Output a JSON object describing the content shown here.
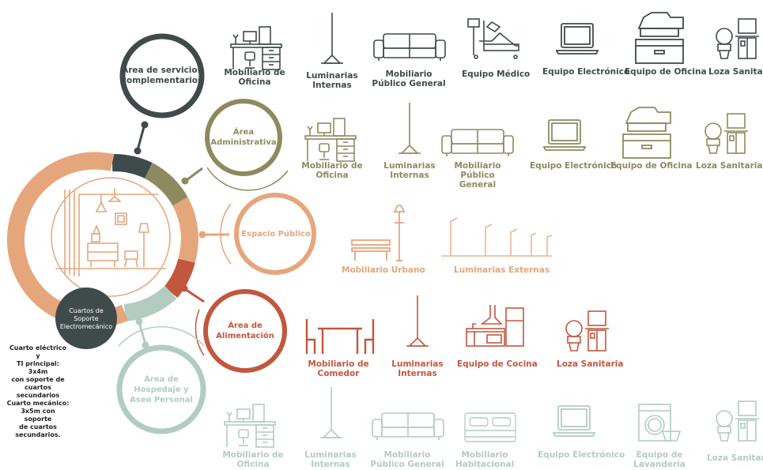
{
  "colors": {
    "dark": "#3f4b4a",
    "olive": "#8d8a5f",
    "peach": "#e6a67c",
    "red": "#c2573f",
    "mint": "#b3ccc2"
  },
  "hub": {
    "electromech_label": "Cuartos de Soporte Electromecánico",
    "note": [
      "Cuarto eléctrico y",
      "TI principal: 3x4m",
      "con soporte de",
      "cuartos",
      "secundarios",
      "Cuarto mecánico:",
      "3x5m con soporte",
      "de cuartos",
      "secundarios."
    ]
  },
  "areas": [
    {
      "name": "Área de servicios complementarios",
      "color": "dark",
      "items": [
        "Mobiliario de Oficina",
        "Luminarias Internas",
        "Mobiliario Público General",
        "Equipo Médico",
        "Equipo Electrónico",
        "Equipo de Oficina",
        "Loza Sanitaria"
      ]
    },
    {
      "name": "Área Administrativa",
      "color": "olive",
      "items": [
        "Mobiliario de Oficina",
        "Luminarias Internas",
        "Mobiliario Público General",
        "Equipo Electrónico",
        "Equipo de Oficina",
        "Loza Sanitaria"
      ]
    },
    {
      "name": "Espacio Público",
      "color": "peach",
      "items": [
        "Mobiliario Urbano",
        "Luminarias Externas"
      ]
    },
    {
      "name": "Área de Alimentación",
      "color": "red",
      "items": [
        "Mobiliario de Comedor",
        "Luminarias Internas",
        "Equipo de Cocina",
        "Loza Sanitaria"
      ]
    },
    {
      "name": "Área de Hospedaje y Aseo Personal",
      "color": "mint",
      "items": [
        "Mobiliario de Oficina",
        "Luminarias Internas",
        "Mobiliario Público General",
        "Mobiliario Habitacional",
        "Equipo Electrónico",
        "Equipo de Lavandería",
        "Loza Sanitaria"
      ]
    }
  ],
  "icons": {
    "row1": [
      "desk-icon",
      "pendant-lamp-icon",
      "sofa-icon",
      "hospital-bed-icon",
      "laptop-icon",
      "file-drawer-icon",
      "toilet-sink-icon"
    ],
    "row2": [
      "desk-icon",
      "pendant-lamp-icon",
      "sofa-icon",
      "laptop-icon",
      "file-drawer-icon",
      "toilet-sink-icon"
    ],
    "row3": [
      "bench-streetlamp-icon",
      "street-lights-icon"
    ],
    "row4": [
      "dining-table-icon",
      "pendant-lamp-icon",
      "kitchen-icon",
      "toilet-sink-icon"
    ],
    "row5": [
      "desk-icon",
      "pendant-lamp-icon",
      "sofa-icon",
      "bed-icon",
      "laptop-icon",
      "washing-machine-icon",
      "toilet-sink-icon"
    ]
  }
}
